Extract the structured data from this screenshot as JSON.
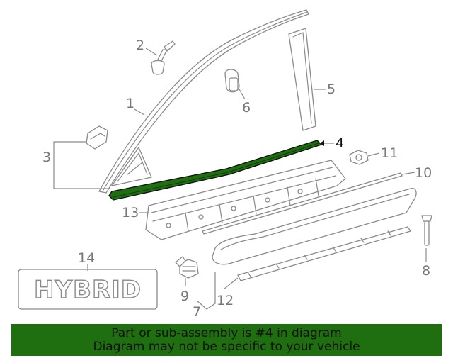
{
  "diagram": {
    "callouts": [
      "1",
      "2",
      "3",
      "4",
      "5",
      "6",
      "7",
      "8",
      "9",
      "10",
      "11",
      "12",
      "13",
      "14"
    ],
    "highlighted_part": "4",
    "emblem_text": "HYBRID",
    "highlight_color": "#1f6e0f",
    "line_color": "#8a8a8a"
  },
  "banner": {
    "line1": "Part or sub-assembly is #4 in diagram",
    "line2": "Diagram may not be specific to your vehicle",
    "background": "#1f6e0f"
  }
}
